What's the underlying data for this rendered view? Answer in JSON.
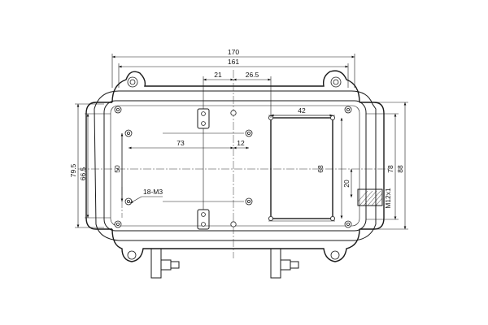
{
  "drawing": {
    "dimensions": {
      "overall_width": "170",
      "inner_width": "161",
      "hinge_spacing": "21",
      "hinge_offset": "26.5",
      "window_width": "42",
      "hole_spacing": "73",
      "hole_offset": "12",
      "overall_height": "79.5",
      "inner_height": "66.5",
      "hole_height": "50",
      "window_height": "68",
      "gland_offset": "20",
      "right_height_1": "78",
      "right_height_2": "88",
      "thread": "M12x1",
      "hole_callout": "18-M3"
    }
  }
}
